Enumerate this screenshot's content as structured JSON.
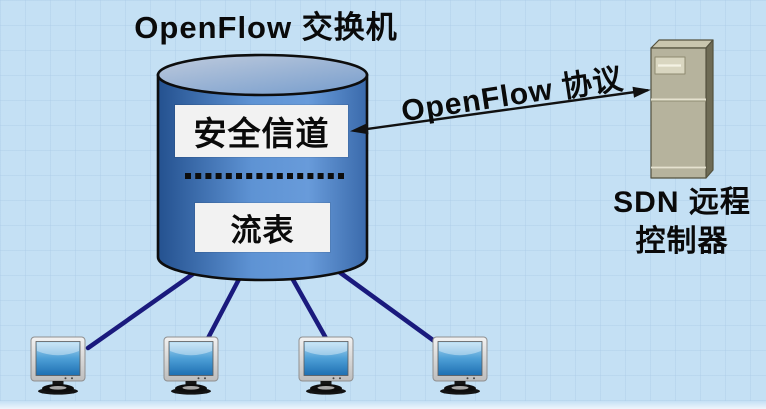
{
  "diagram": {
    "title": "OpenFlow 交换机",
    "switch": {
      "secure_channel_label": "安全信道",
      "flow_table_label": "流表"
    },
    "protocol_link": {
      "label": "OpenFlow 协议"
    },
    "controller": {
      "line1": "SDN 远程",
      "line2": "控制器"
    },
    "hosts_count": 4
  },
  "colors": {
    "background": "#c4e0f4",
    "cylinder_body_dark": "#24518f",
    "cylinder_body_light": "#6499d9",
    "cylinder_top_light": "#bcc9dc",
    "link_line": "#1a1a7d",
    "arrow": "#111111",
    "label_box_bg": "#f2f2f2",
    "server_front": "#b6b39d",
    "server_side": "#6e6b55",
    "server_top": "#c9c6ae",
    "monitor_screen": "#2f86c6"
  }
}
